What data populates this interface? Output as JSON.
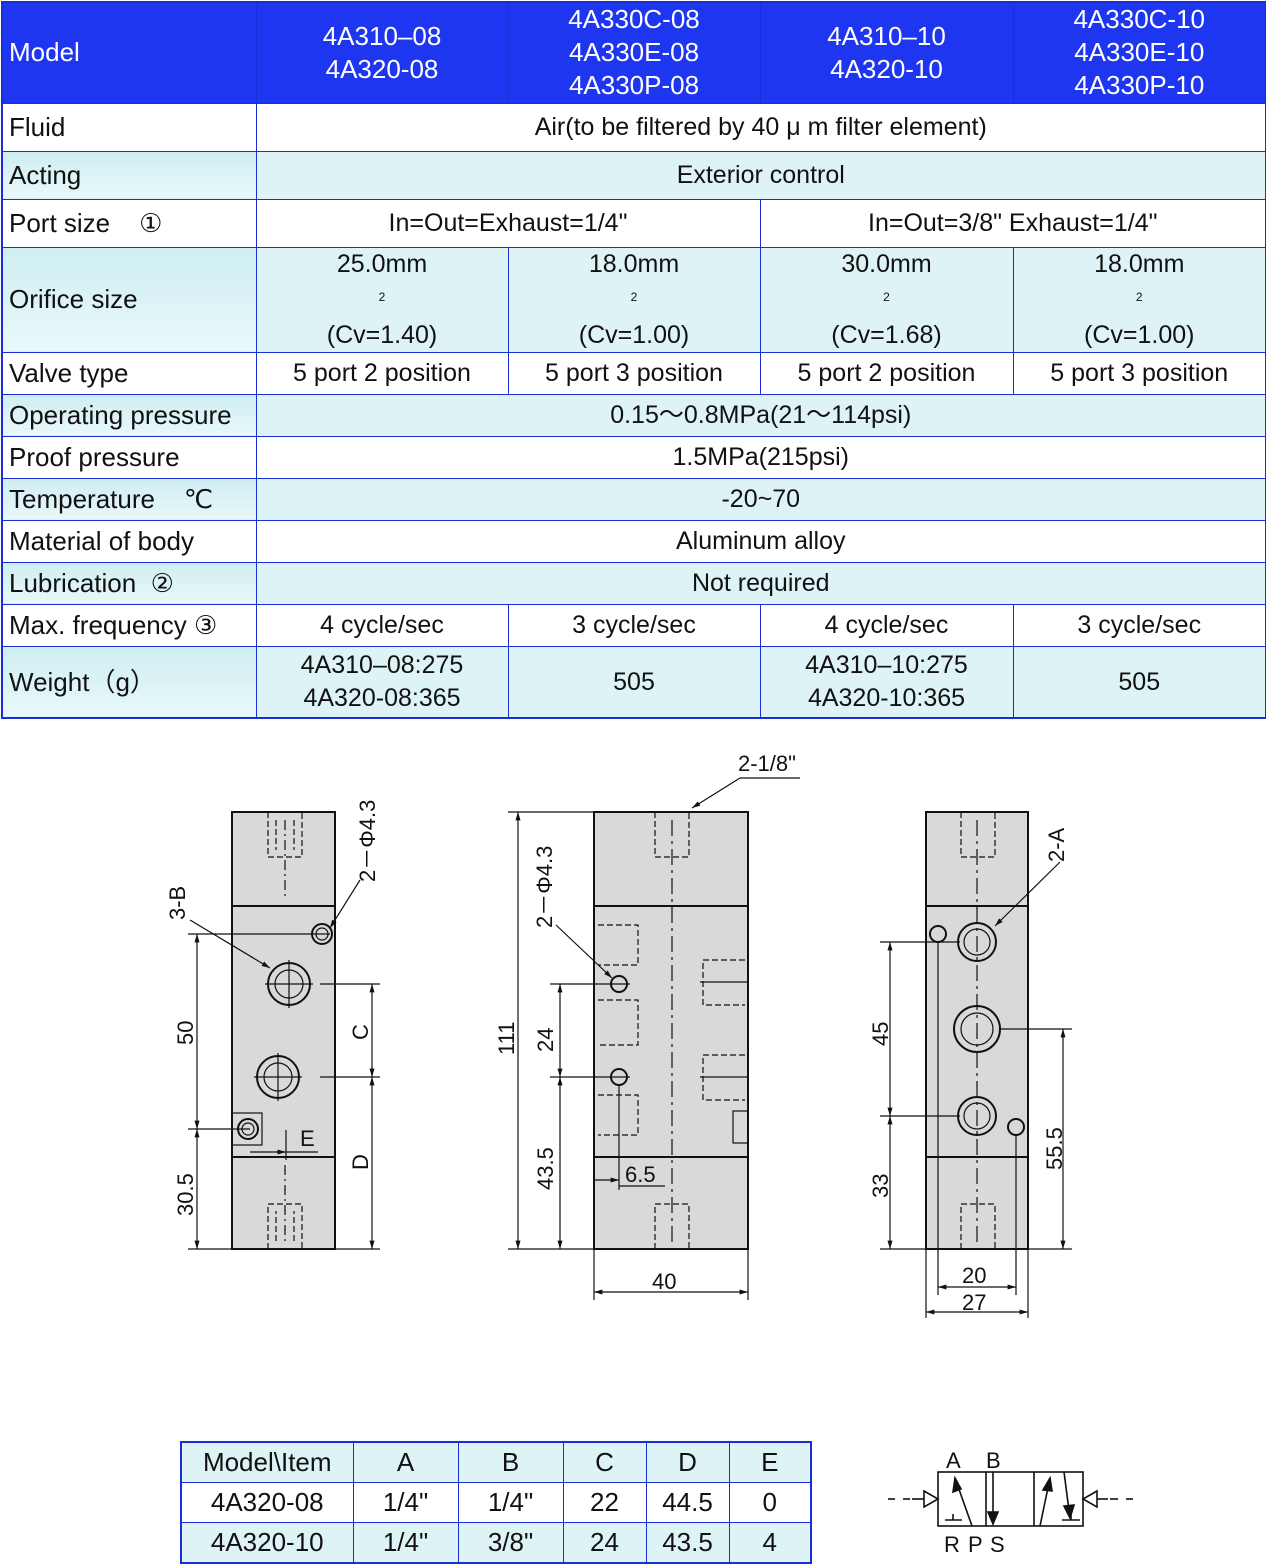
{
  "spec": {
    "model_label": "Model",
    "models": [
      [
        "4A310–08",
        "4A320-08"
      ],
      [
        "4A330C-08",
        "4A330E-08",
        "4A330P-08"
      ],
      [
        "4A310–10",
        "4A320-10"
      ],
      [
        "4A330C-10",
        "4A330E-10",
        "4A330P-10"
      ]
    ],
    "fluid": {
      "label": "Fluid",
      "value": "Air(to be filtered by 40 μ m filter element)"
    },
    "acting": {
      "label": "Acting",
      "value": "Exterior control"
    },
    "port_size": {
      "label": "Port size",
      "note": "①",
      "values": [
        "In=Out=Exhaust=1/4\"",
        "In=Out=3/8\"  Exhaust=1/4\""
      ]
    },
    "orifice": {
      "label": "Orifice size",
      "values": [
        {
          "area": "25.0mm",
          "sup": "2",
          "cv": "(Cv=1.40)"
        },
        {
          "area": "18.0mm",
          "sup": "2",
          "cv": "(Cv=1.00)"
        },
        {
          "area": "30.0mm",
          "sup": "2",
          "cv": "(Cv=1.68)"
        },
        {
          "area": "18.0mm",
          "sup": "2",
          "cv": "(Cv=1.00)"
        }
      ]
    },
    "valve_type": {
      "label": "Valve type",
      "values": [
        "5 port 2 position",
        "5 port 3 position",
        "5 port 2 position",
        "5 port 3 position"
      ]
    },
    "operating_pressure": {
      "label": "Operating pressure",
      "value": "0.15～0.8MPa(21～114psi)"
    },
    "proof_pressure": {
      "label": "Proof pressure",
      "value": "1.5MPa(215psi)"
    },
    "temperature": {
      "label": "Temperature",
      "unit": "℃",
      "value": "-20~70"
    },
    "material": {
      "label": "Material of body",
      "value": "Aluminum alloy"
    },
    "lubrication": {
      "label": "Lubrication",
      "note": "②",
      "value": "Not required"
    },
    "frequency": {
      "label": "Max. frequency",
      "note": "③",
      "values": [
        "4 cycle/sec",
        "3 cycle/sec",
        "4 cycle/sec",
        "3 cycle/sec"
      ]
    },
    "weight": {
      "label": "Weight（g）",
      "values": [
        [
          "4A310–08:275",
          "4A320-08:365"
        ],
        [
          "505"
        ],
        [
          "4A310–10:275",
          "4A320-10:365"
        ],
        [
          "505"
        ]
      ]
    }
  },
  "drawing": {
    "left_view": {
      "port_label": "3-B",
      "hole_label": "2－Φ4.3",
      "dim_height": "50",
      "dim_bottom": "30.5",
      "dim_c": "C",
      "dim_d": "D",
      "dim_e": "E"
    },
    "middle_view": {
      "top_label": "2-1/8\"",
      "hole_label": "2－Φ4.3",
      "dim_total": "111",
      "dim_spacing": "24",
      "dim_bottom": "43.5",
      "dim_offset": "6.5",
      "dim_width": "40"
    },
    "right_view": {
      "port_label": "2-A",
      "dim_left": "45",
      "dim_bottom": "33",
      "dim_right": "55.5",
      "dim_inner_width": "20",
      "dim_outer_width": "27"
    }
  },
  "dims_table": {
    "headers": [
      "Model\\Item",
      "A",
      "B",
      "C",
      "D",
      "E"
    ],
    "rows": [
      [
        "4A320-08",
        "1/4\"",
        "1/4\"",
        "22",
        "44.5",
        "0"
      ],
      [
        "4A320-10",
        "1/4\"",
        "3/8\"",
        "24",
        "43.5",
        "4"
      ]
    ]
  },
  "symbol": {
    "top_labels": [
      "A",
      "B"
    ],
    "bottom_labels": [
      "R",
      "P",
      "S"
    ]
  }
}
